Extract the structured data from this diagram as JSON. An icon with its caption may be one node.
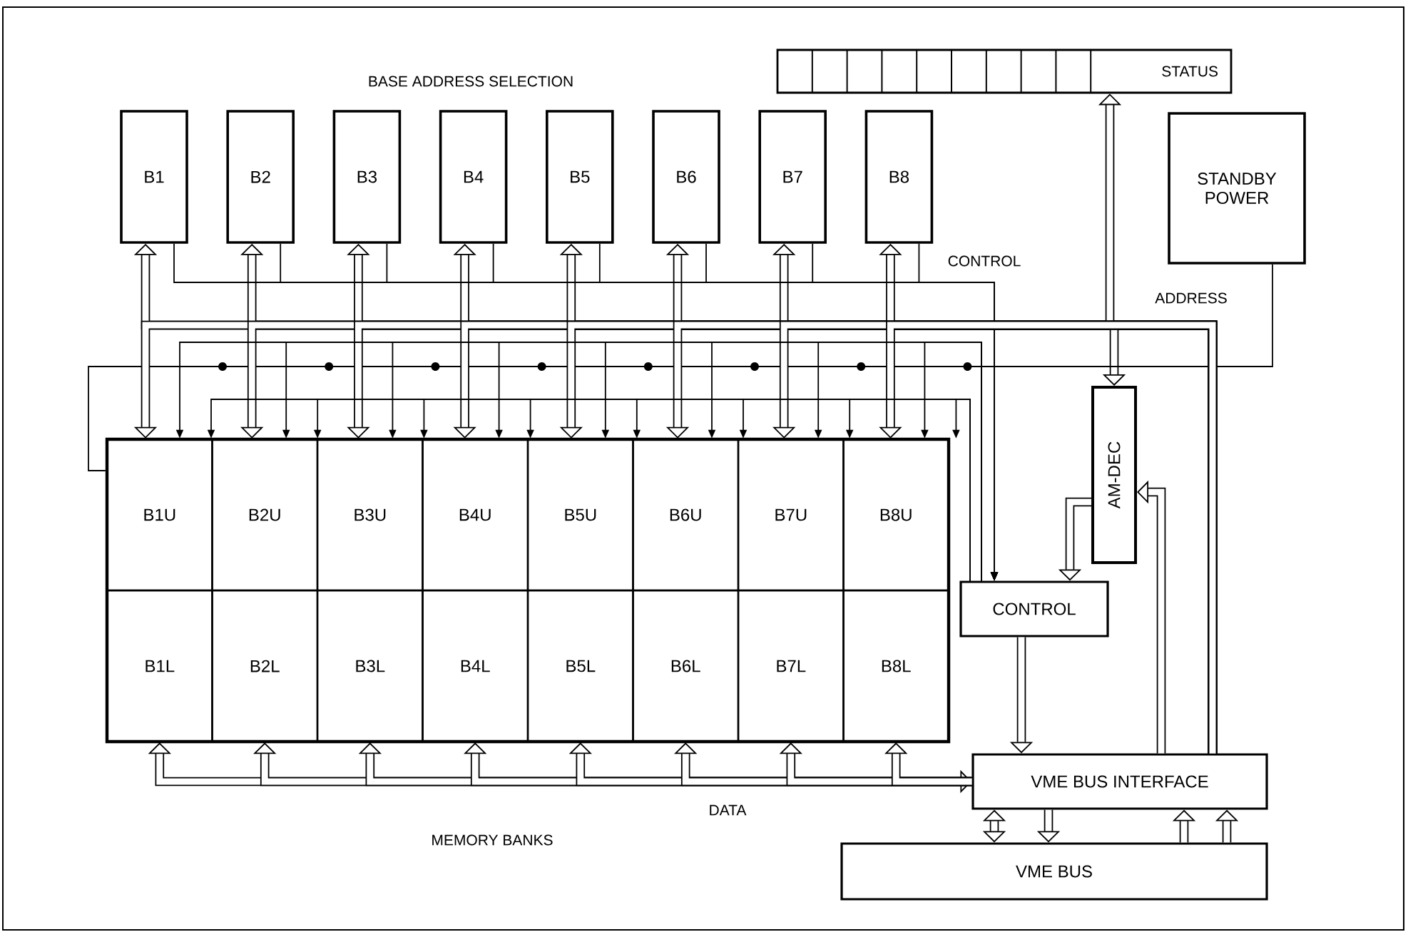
{
  "diagram": {
    "nodes": [
      {
        "text": [
          "B1"
        ]
      },
      {
        "text": [
          "B2"
        ]
      },
      {
        "text": [
          "B3"
        ]
      },
      {
        "text": [
          "B4"
        ]
      },
      {
        "text": [
          "B5"
        ]
      },
      {
        "text": [
          "B6"
        ]
      },
      {
        "text": [
          "B7"
        ]
      },
      {
        "text": [
          "B8"
        ]
      },
      {
        "text": [
          "STATUS"
        ]
      },
      {
        "text": [
          "STANDBY POWER"
        ]
      },
      {
        "text": [],
        "shape": "box"
      },
      {
        "text": [
          "B1U"
        ],
        "in": 10
      },
      {
        "text": [
          "B2U"
        ],
        "in": 10
      },
      {
        "text": [
          "B3U"
        ],
        "in": 10
      },
      {
        "text": [
          "B4U"
        ],
        "in": 10
      },
      {
        "text": [
          "B5U"
        ],
        "in": 10
      },
      {
        "text": [
          "B6U"
        ],
        "in": 10
      },
      {
        "text": [
          "B7U"
        ],
        "in": 10
      },
      {
        "text": [
          "B8U"
        ],
        "in": 10
      },
      {
        "text": [
          "B1L"
        ],
        "in": 10
      },
      {
        "text": [
          "B2L"
        ],
        "in": 10
      },
      {
        "text": [
          "B3L"
        ],
        "in": 10
      },
      {
        "text": [
          "B4L"
        ],
        "in": 10
      },
      {
        "text": [
          "B5L"
        ],
        "in": 10
      },
      {
        "text": [
          "B6L"
        ],
        "in": 10
      },
      {
        "text": [
          "B7L"
        ],
        "in": 10
      },
      {
        "text": [
          "B8L"
        ],
        "in": 10
      },
      {
        "text": [
          "AM-DEC"
        ]
      },
      {
        "text": [
          "CONTROL"
        ]
      },
      {
        "text": [
          "VME BUS INTERFACE"
        ]
      },
      {
        "text": [
          "VME BUS"
        ]
      }
    ],
    "edges": [
      {
        "from": 29,
        "to": 0,
        "arrow": "to"
      },
      {
        "from": 29,
        "to": 1,
        "arrow": "to"
      },
      {
        "from": 29,
        "to": 2,
        "arrow": "to"
      },
      {
        "from": 29,
        "to": 3,
        "arrow": "to"
      },
      {
        "from": 29,
        "to": 4,
        "arrow": "to"
      },
      {
        "from": 29,
        "to": 5,
        "arrow": "to"
      },
      {
        "from": 29,
        "to": 6,
        "arrow": "to"
      },
      {
        "from": 29,
        "to": 7,
        "arrow": "to"
      },
      {
        "from": 29,
        "to": 8,
        "arrow": "to"
      },
      {
        "from": 29,
        "to": 27,
        "arrow": "to"
      },
      {
        "from": 29,
        "to": 27,
        "arrow": "to"
      },
      {
        "from": 0,
        "to": 28,
        "arrow": "to"
      },
      {
        "from": 1,
        "to": 28,
        "arrow": "to"
      },
      {
        "from": 2,
        "to": 28,
        "arrow": "to"
      },
      {
        "from": 3,
        "to": 28,
        "arrow": "to"
      },
      {
        "from": 4,
        "to": 28,
        "arrow": "to"
      },
      {
        "from": 5,
        "to": 28,
        "arrow": "to"
      },
      {
        "from": 6,
        "to": 28,
        "arrow": "to"
      },
      {
        "from": 7,
        "to": 28,
        "arrow": "to"
      },
      {
        "from": 27,
        "to": 28,
        "arrow": "to"
      },
      {
        "from": 28,
        "to": 29,
        "arrow": "to"
      },
      {
        "from": 19,
        "to": 29,
        "arrow": "both",
        "label": "DATA"
      },
      {
        "from": 29,
        "to": 20,
        "arrow": "to"
      },
      {
        "from": 29,
        "to": 21,
        "arrow": "to"
      },
      {
        "from": 29,
        "to": 22,
        "arrow": "to"
      },
      {
        "from": 29,
        "to": 23,
        "arrow": "to"
      },
      {
        "from": 29,
        "to": 24,
        "arrow": "to"
      },
      {
        "from": 29,
        "to": 25,
        "arrow": "to"
      },
      {
        "from": 29,
        "to": 26,
        "arrow": "to"
      },
      {
        "from": 9,
        "to": 10,
        "arrow": "none"
      },
      {
        "from": 29,
        "to": 30,
        "arrow": "both"
      },
      {
        "from": 29,
        "to": 30,
        "arrow": "to"
      },
      {
        "from": 30,
        "to": 29,
        "arrow": "to"
      },
      {
        "from": 30,
        "to": 29,
        "arrow": "to"
      },
      {
        "from": 29,
        "to": 11,
        "arrow": "to"
      },
      {
        "from": 29,
        "to": 12,
        "arrow": "to"
      },
      {
        "from": 29,
        "to": 13,
        "arrow": "to"
      },
      {
        "from": 29,
        "to": 14,
        "arrow": "to"
      },
      {
        "from": 29,
        "to": 15,
        "arrow": "to"
      },
      {
        "from": 29,
        "to": 16,
        "arrow": "to"
      },
      {
        "from": 29,
        "to": 17,
        "arrow": "to"
      },
      {
        "from": 29,
        "to": 18,
        "arrow": "to"
      },
      {
        "from": 28,
        "to": 11,
        "arrow": "to"
      },
      {
        "from": 28,
        "to": 12,
        "arrow": "to"
      },
      {
        "from": 28,
        "to": 13,
        "arrow": "to"
      },
      {
        "from": 28,
        "to": 14,
        "arrow": "to"
      },
      {
        "from": 28,
        "to": 15,
        "arrow": "to"
      },
      {
        "from": 28,
        "to": 16,
        "arrow": "to"
      },
      {
        "from": 28,
        "to": 17,
        "arrow": "to"
      },
      {
        "from": 28,
        "to": 18,
        "arrow": "to"
      },
      {
        "from": 28,
        "to": 11,
        "arrow": "to"
      },
      {
        "from": 28,
        "to": 12,
        "arrow": "to"
      },
      {
        "from": 28,
        "to": 13,
        "arrow": "to"
      },
      {
        "from": 28,
        "to": 14,
        "arrow": "to"
      },
      {
        "from": 28,
        "to": 15,
        "arrow": "to"
      },
      {
        "from": 28,
        "to": 16,
        "arrow": "to"
      },
      {
        "from": 28,
        "to": 17,
        "arrow": "to"
      },
      {
        "from": 28,
        "to": 18,
        "arrow": "to"
      }
    ],
    "labels": [
      "BASE ADDRESS SELECTION",
      "CONTROL",
      "ADDRESS",
      "MEMORY BANKS"
    ]
  }
}
